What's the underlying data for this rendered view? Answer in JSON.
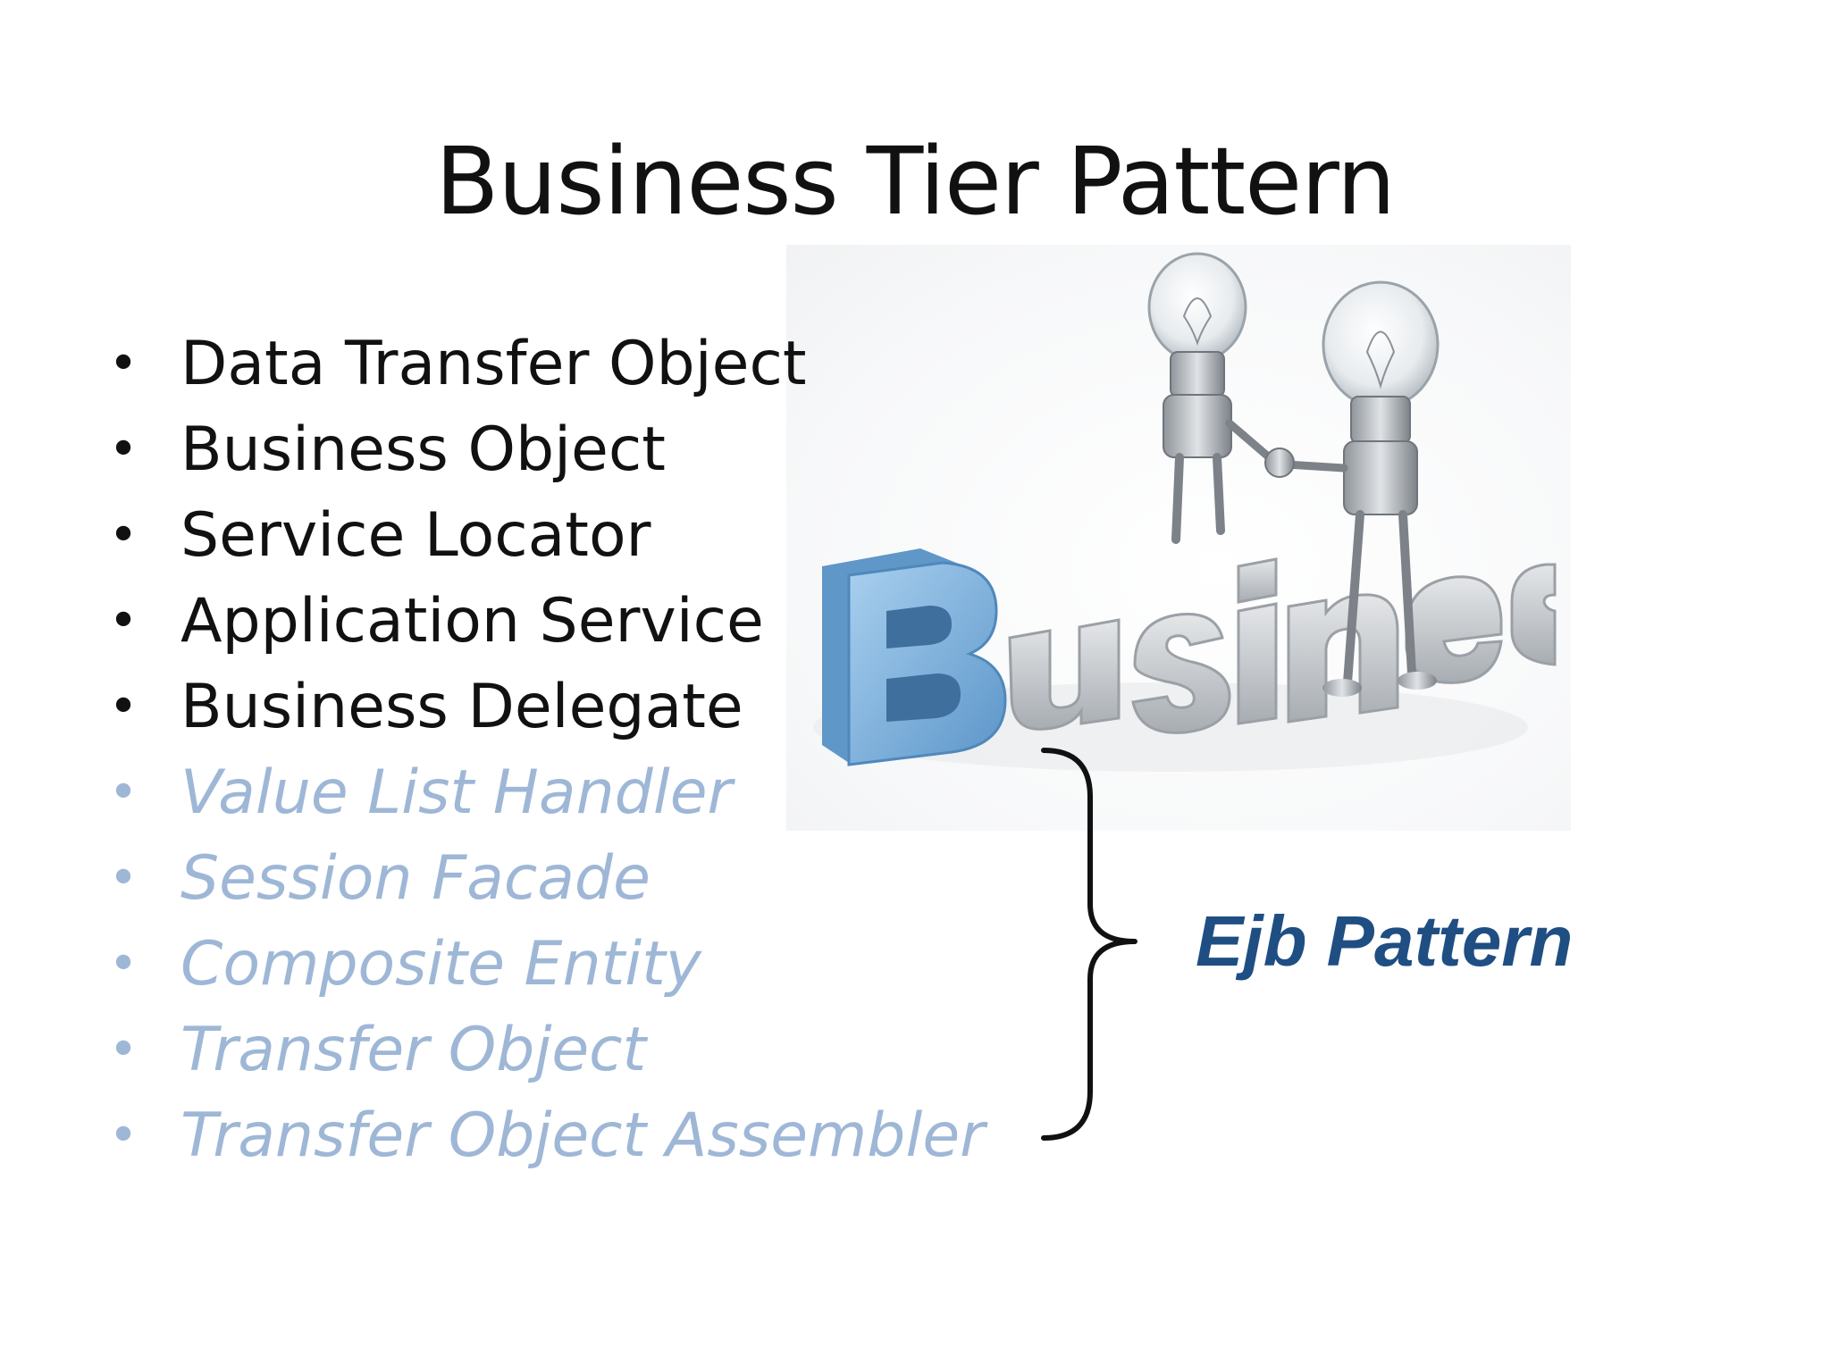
{
  "slide": {
    "title": "Business Tier Pattern",
    "bullets": [
      {
        "text": "Data Transfer Object",
        "style": "normal"
      },
      {
        "text": "Business Object",
        "style": "normal"
      },
      {
        "text": "Service Locator",
        "style": "normal"
      },
      {
        "text": "Application Service",
        "style": "normal"
      },
      {
        "text": "Business Delegate",
        "style": "normal"
      },
      {
        "text": "Value List Handler",
        "style": "muted-italic"
      },
      {
        "text": "Session Facade",
        "style": "muted-italic"
      },
      {
        "text": "Composite Entity",
        "style": "muted-italic"
      },
      {
        "text": "Transfer Object",
        "style": "muted-italic"
      },
      {
        "text": "Transfer Object Assembler",
        "style": "muted-italic"
      }
    ],
    "bullet_glyph": "•",
    "image": {
      "word": "Business",
      "icons": [
        "lightbulb-robot-icon",
        "lightbulb-robot-icon",
        "handshake-icon"
      ]
    },
    "annotation": {
      "label": "Ejb Pattern",
      "brace_icon": "right-curly-brace-icon"
    },
    "colors": {
      "text": "#111111",
      "muted": "#9fb7d6",
      "accent": "#1f4e83",
      "letter_blue": "#7db3de",
      "letter_gray": "#c9cdd1"
    }
  }
}
